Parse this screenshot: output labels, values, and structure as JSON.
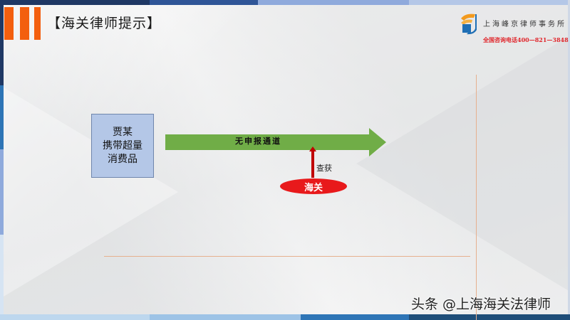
{
  "slide": {
    "title": "【海关律师提示】"
  },
  "header": {
    "firm_name": "上海峰京律师事务所",
    "firm_phone": "全国咨询电话400—821—3848",
    "logo_icon": "firm-logo-icon"
  },
  "diagram": {
    "subject_box": {
      "lines": [
        "贾某",
        "携带超量",
        "消费品"
      ]
    },
    "main_arrow": {
      "label": "无申报通道",
      "color": "#70ad47"
    },
    "seize_arrow": {
      "label": "查获",
      "color": "#c00000"
    },
    "customs_node": {
      "label": "海关",
      "color": "#e8191b"
    }
  },
  "colors": {
    "accent_orange": "#f35f0f",
    "box_fill": "#b4c7e7",
    "divider": "#e6b08e",
    "top_bar": [
      "#1f3864",
      "#2f5597",
      "#8faadc",
      "#b4c7e7"
    ],
    "bottom_bar": [
      "#bdd7ee",
      "#9dc3e6",
      "#2e75b6",
      "#1f4e79"
    ]
  },
  "watermark": {
    "text": "头条 @上海海关法律师"
  }
}
